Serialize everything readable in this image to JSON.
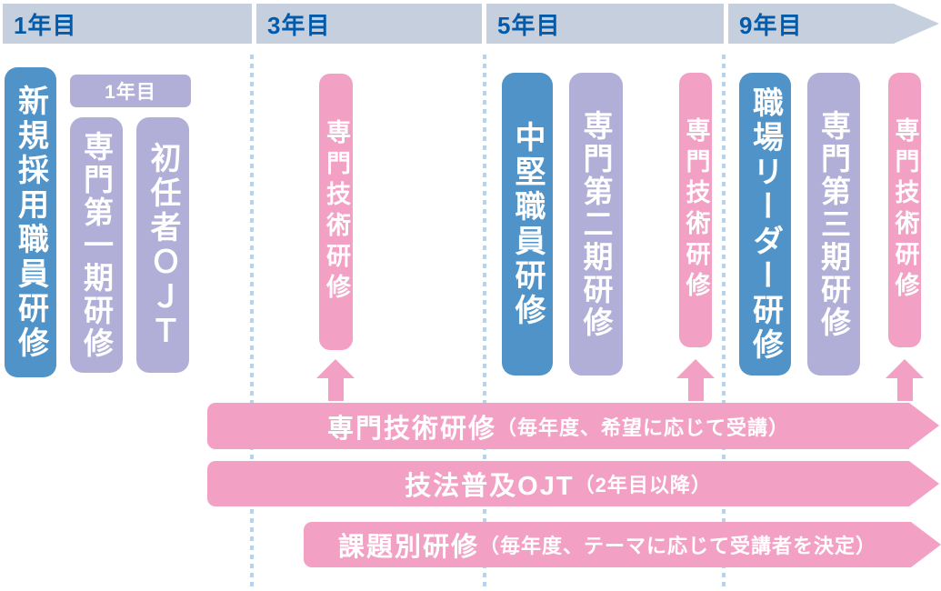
{
  "colors": {
    "header_bg": "#c5cfdd",
    "header_text": "#005bac",
    "blue_pill": "#4f93c8",
    "purple_pill": "#b1afd7",
    "pink": "#f2a1c4",
    "dotted_line": "#b8d2ea",
    "background": "#ffffff"
  },
  "header": {
    "segments": [
      "1年目",
      "3年目",
      "5年目",
      "9年目"
    ]
  },
  "columns": {
    "year1": {
      "main_pill": "新規採用職員研修",
      "group_label": "1年目",
      "pill_a": "専門第一期研修",
      "pill_b": "初任者ＯＪＴ"
    },
    "year3": {
      "pink_pill": "専門技術研修"
    },
    "year5": {
      "main_pill": "中堅職員研修",
      "pill_a": "専門第二期研修",
      "pink_pill": "専門技術研修"
    },
    "year9": {
      "main_pill": "職場リーダー研修",
      "pill_a": "専門第三期研修",
      "pink_pill": "専門技術研修"
    }
  },
  "banners": {
    "b1": {
      "main": "専門技術研修",
      "note": "（毎年度、希望に応じて受講）"
    },
    "b2": {
      "main": "技法普及OJT",
      "note": "（2年目以降）"
    },
    "b3": {
      "main": "課題別研修",
      "note": "（毎年度、テーマに応じて受講者を決定）"
    }
  }
}
